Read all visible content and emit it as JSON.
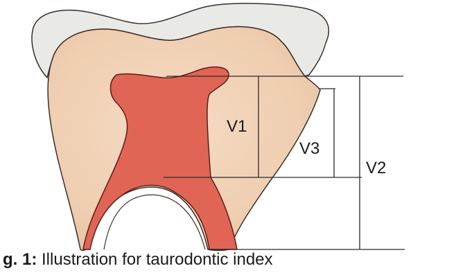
{
  "diagram": {
    "labels": {
      "v1": "V1",
      "v2": "V2",
      "v3": "V3"
    },
    "caption": {
      "prefix": "g. 1:",
      "text": " Illustration for taurodontic index"
    },
    "colors": {
      "enamel": "#e9e9e6",
      "dentin": "#f2d3b8",
      "pulp": "#e06554",
      "outline": "#3a2f2a",
      "line": "#2a2a2a"
    }
  }
}
